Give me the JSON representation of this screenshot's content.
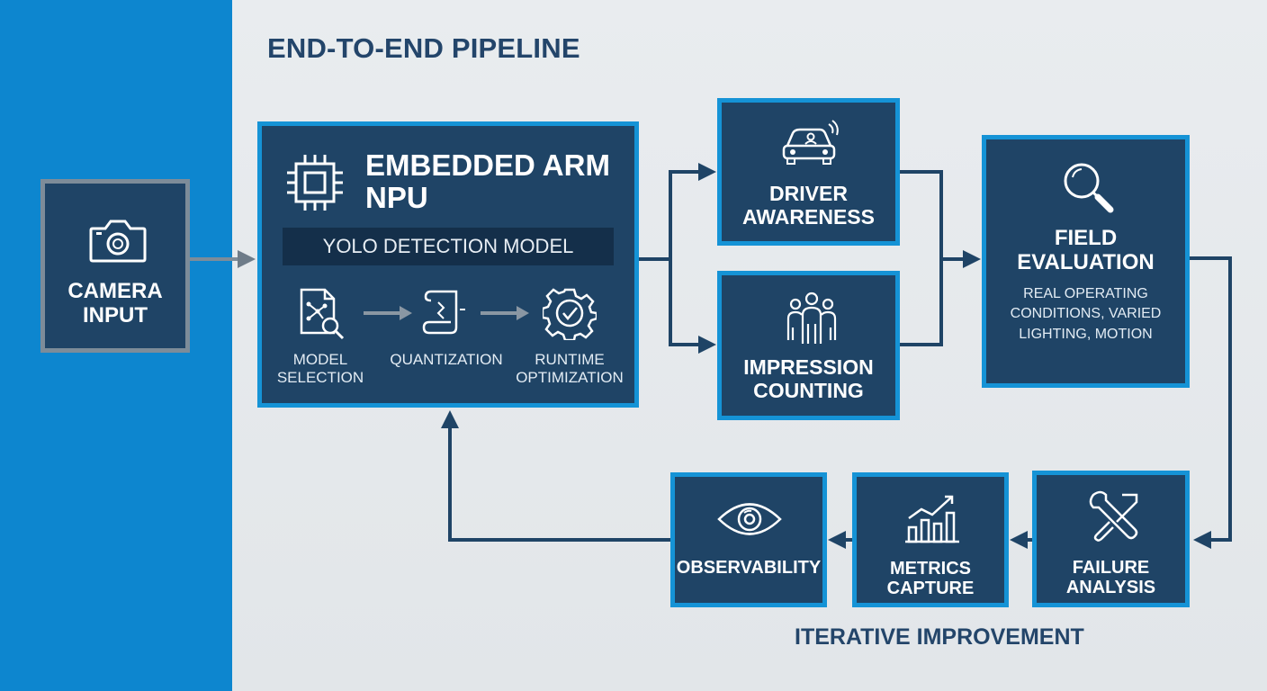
{
  "title": "END-TO-END PIPELINE",
  "footer_label": "ITERATIVE IMPROVEMENT",
  "nodes": {
    "camera": {
      "label_1": "CAMERA",
      "label_2": "INPUT",
      "icon": "camera-icon"
    },
    "npu": {
      "title_1": "EMBEDDED ARM",
      "title_2": "NPU",
      "icon": "chip-icon",
      "model_bar": "YOLO DETECTION MODEL",
      "steps": [
        {
          "label_1": "MODEL",
          "label_2": "SELECTION",
          "icon": "model-search-icon"
        },
        {
          "label_1": "QUANTIZATION",
          "label_2": "",
          "icon": "scroll-document-icon"
        },
        {
          "label_1": "RUNTIME",
          "label_2": "OPTIMIZATION",
          "icon": "gear-check-icon"
        }
      ]
    },
    "driver": {
      "label_1": "DRIVER",
      "label_2": "AWARENESS",
      "icon": "car-icon"
    },
    "impression": {
      "label_1": "IMPRESSION",
      "label_2": "COUNTING",
      "icon": "people-icon"
    },
    "field": {
      "label_1": "FIELD",
      "label_2": "EVALUATION",
      "icon": "magnifier-icon",
      "desc_1": "REAL OPERATING",
      "desc_2": "CONDITIONS, VARIED",
      "desc_3": "LIGHTING, MOTION"
    },
    "failure": {
      "label_1": "FAILURE",
      "label_2": "ANALYSIS",
      "icon": "tools-icon"
    },
    "metrics": {
      "label_1": "METRICS",
      "label_2": "CAPTURE",
      "icon": "bar-chart-icon"
    },
    "observability": {
      "label_1": "OBSERVABILITY",
      "icon": "eye-icon"
    }
  },
  "colors": {
    "left_band": "#0d86cf",
    "box_fill": "#1f4466",
    "box_border": "#1593d6",
    "camera_border": "#7d8c99",
    "connector": "#1f4466",
    "title_text": "#23456a"
  }
}
